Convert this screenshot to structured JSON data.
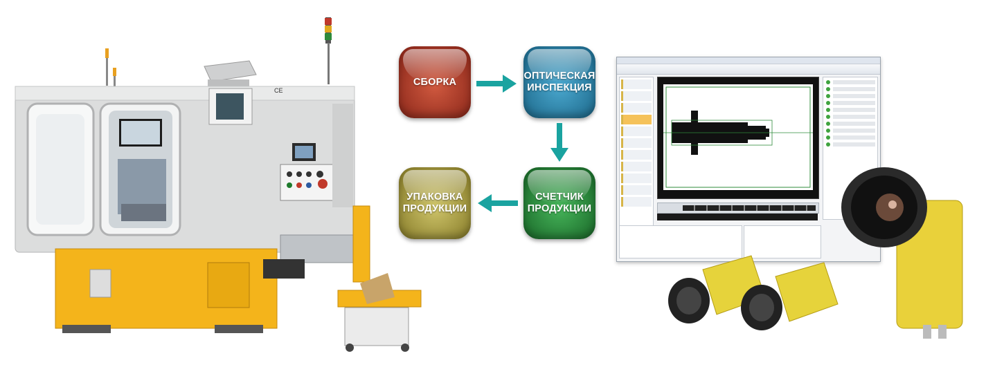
{
  "flow": {
    "assembly": "СБОРКА",
    "optical_inspection": "ОПТИЧЕСКАЯ\nИНСПЕКЦИЯ",
    "product_counter": "СЧЕТЧИК\nПРОДУКЦИИ",
    "packaging": "УПАКОВКА\nПРОДУКЦИИ"
  },
  "machine": {
    "ce_mark": "CE"
  },
  "colors": {
    "arrow": "#1aa3a0",
    "machine_yellow": "#f4b41b",
    "machine_gray": "#d9dadb",
    "camera_yellow": "#e9d13a"
  }
}
